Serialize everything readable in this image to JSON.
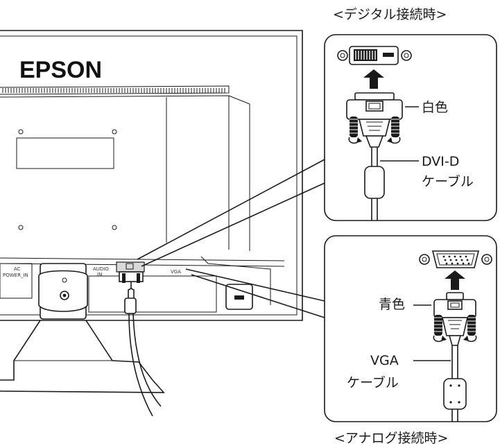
{
  "monitor": {
    "brand": "EPSON",
    "ports": {
      "ac": "AC",
      "power_in": "POWER_IN",
      "audio": "AUDIO",
      "audio_in": "IN",
      "vga": "VGA"
    }
  },
  "digital": {
    "caption": "<デジタル接続時>",
    "connector_color": "白色",
    "cable_line1": "DVI-D",
    "cable_line2": "ケーブル"
  },
  "analog": {
    "caption": "<アナログ接続時>",
    "connector_color": "青色",
    "cable_line1": "VGA",
    "cable_line2": "ケーブル"
  },
  "icons": [
    "dvi-port-icon",
    "vga-port-icon",
    "screw-icon",
    "arrow-up-icon",
    "rotate-arrow-icon",
    "ferrite-core-icon"
  ]
}
